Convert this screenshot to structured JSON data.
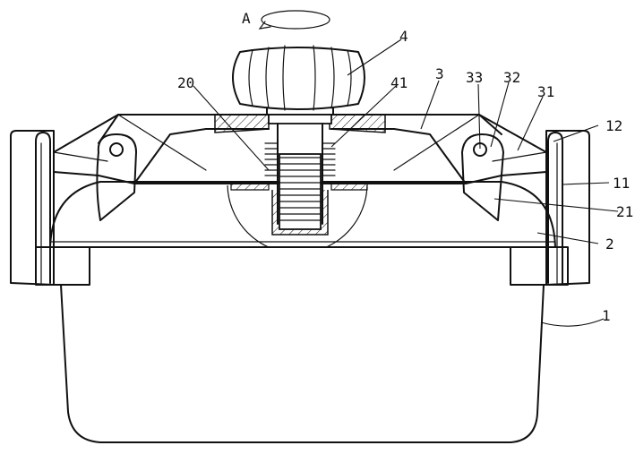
{
  "labels": {
    "arrow": "A",
    "knob": "4",
    "bolt_part": "41",
    "lid": "3",
    "pivot_pin": "33",
    "pivot_ear": "32",
    "clamp_lever": "31",
    "clip_top": "12",
    "clip_side": "11",
    "clamp_jaw": "21",
    "gasket": "2",
    "pot_body": "1",
    "screw_seat": "20"
  }
}
